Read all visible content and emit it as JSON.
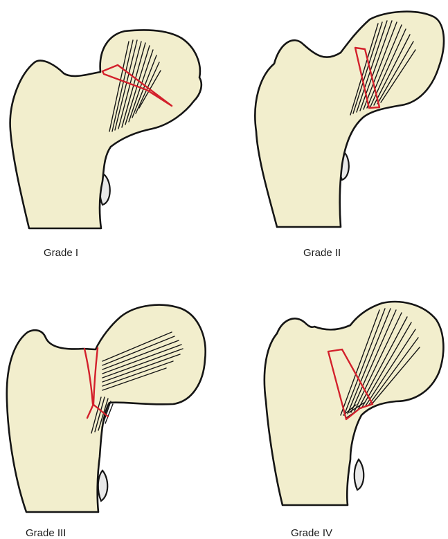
{
  "panels": [
    {
      "label": "Grade I"
    },
    {
      "label": "Grade II"
    },
    {
      "label": "Grade III"
    },
    {
      "label": "Grade IV"
    }
  ],
  "colors": {
    "bone_fill": "#f2eecd",
    "outline": "#151515",
    "fracture_line": "#d3202b"
  }
}
